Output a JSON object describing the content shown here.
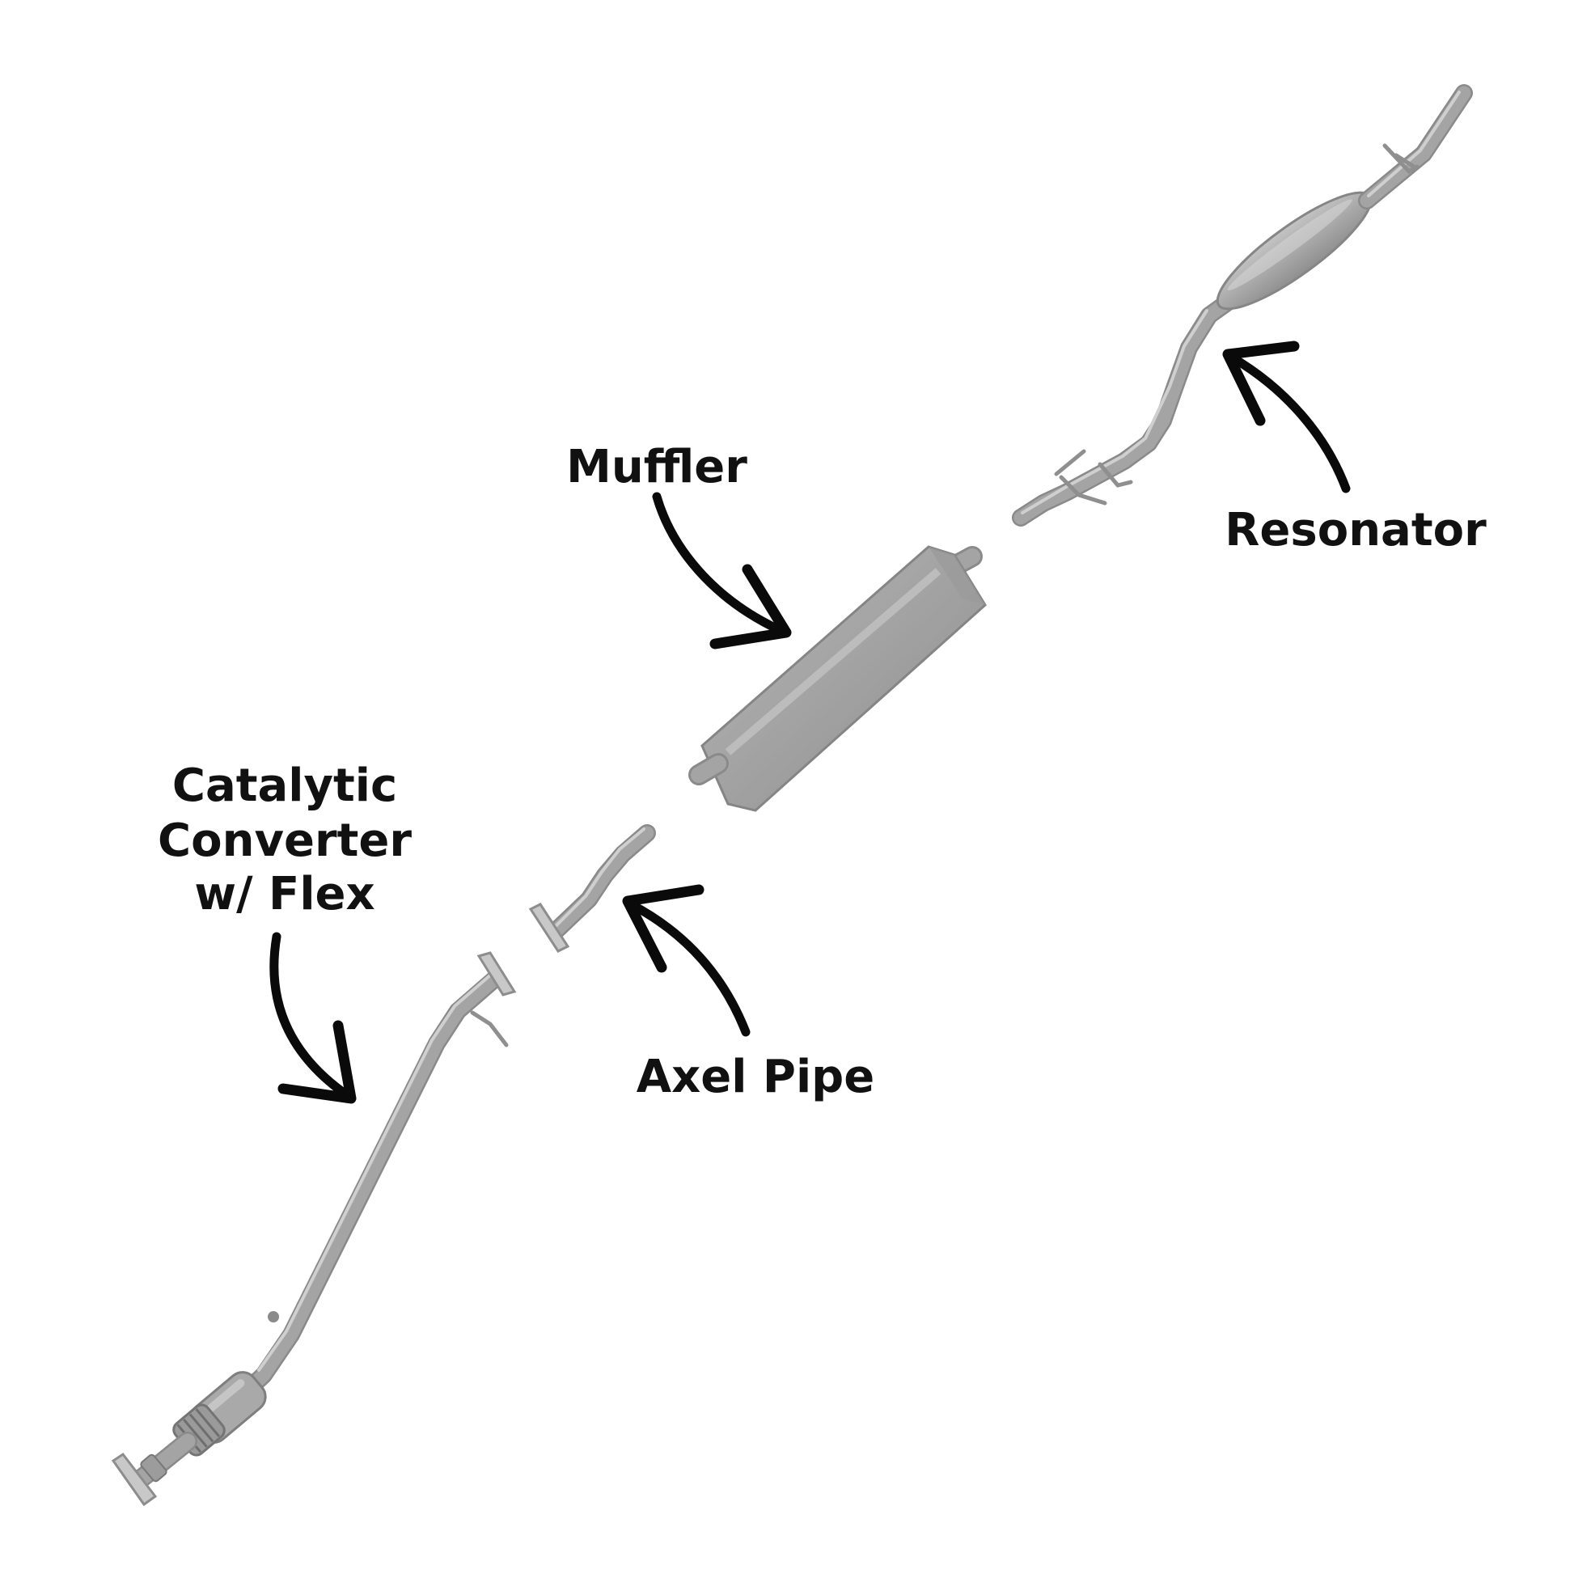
{
  "labels": {
    "muffler": "Muffler",
    "resonator": "Resonator",
    "catalytic_line1": "Catalytic",
    "catalytic_line2": "Converter",
    "catalytic_line3": "w/ Flex",
    "axel_pipe": "Axel Pipe"
  },
  "colors": {
    "background": "#ffffff",
    "text": "#111111",
    "arrow": "#0a0a0a",
    "metal": "#a4a4a4",
    "metal_dark": "#8a8a8a",
    "metal_light": "#cfcfcf"
  }
}
